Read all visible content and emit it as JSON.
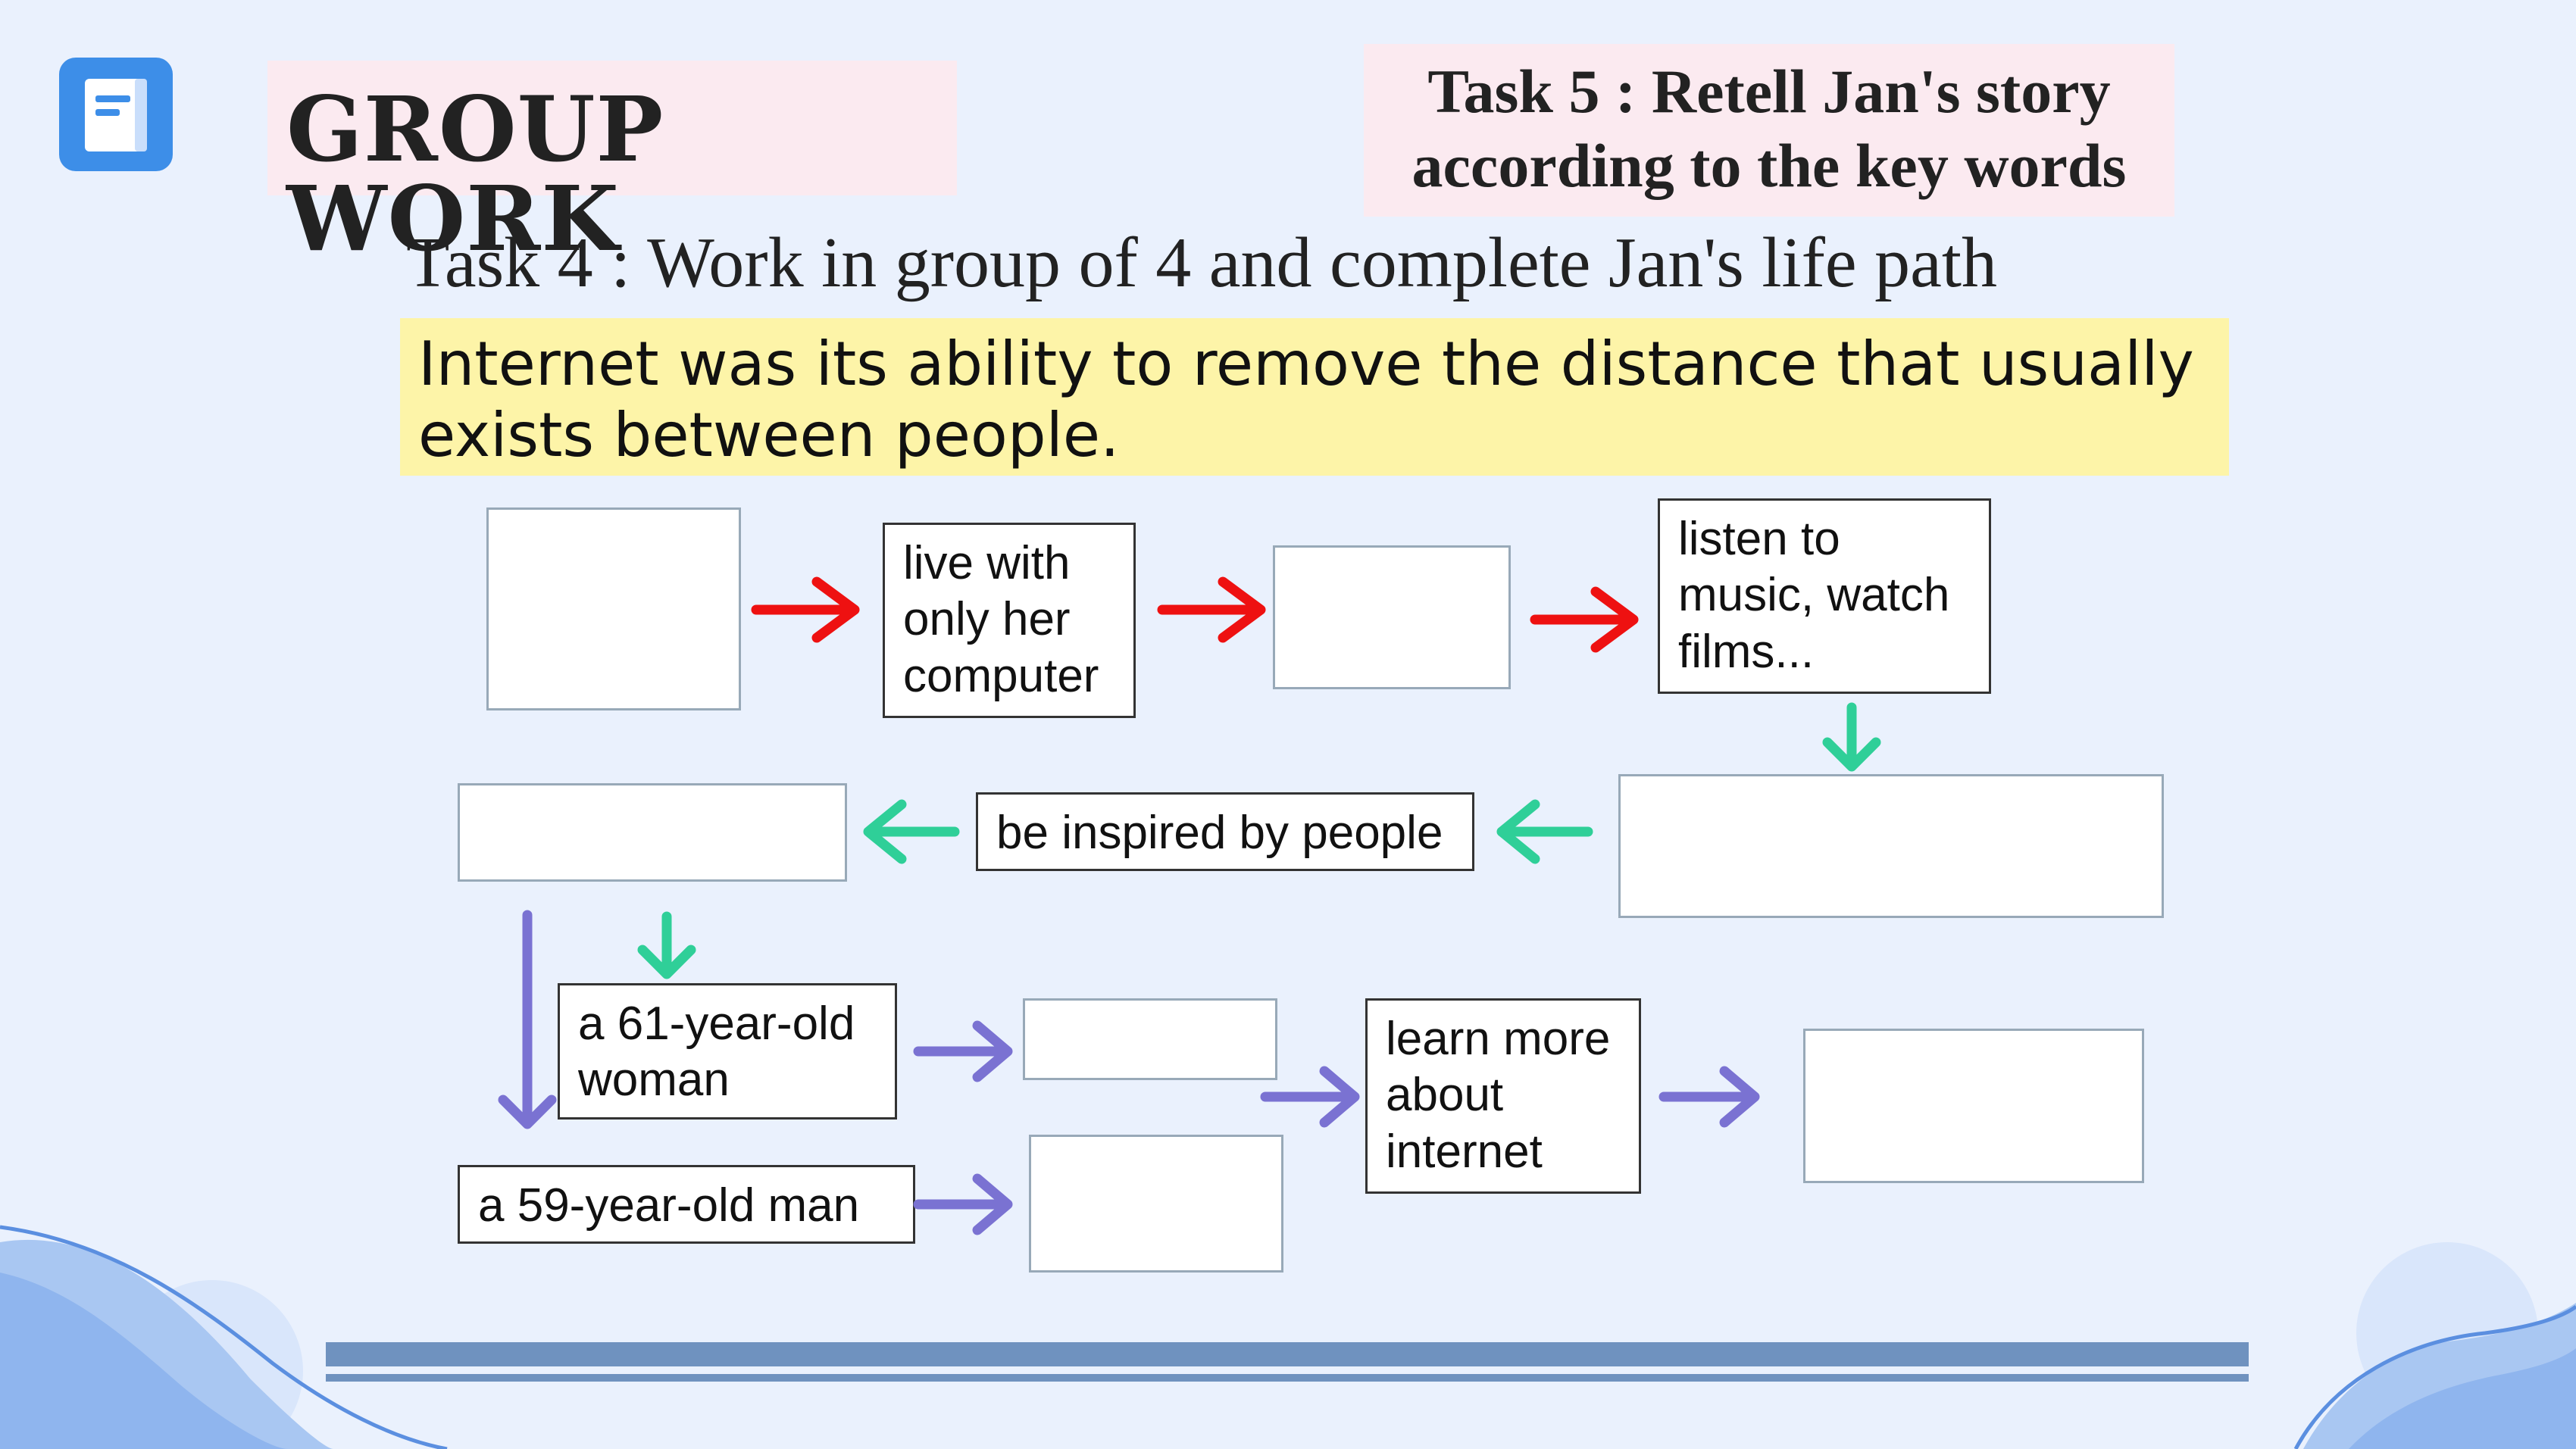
{
  "header": {
    "badge_icon": "book-icon",
    "group_title": "GROUP WORK",
    "task5_line1": "Task 5 : Retell Jan's story",
    "task5_line2": "according to the key words",
    "task4": "Task 4 : Work in group of 4 and complete Jan's life path"
  },
  "quote": {
    "line1": "Internet was its ability to remove the distance that usually",
    "line2": "exists between people."
  },
  "flow": {
    "box_live": "live with\nonly her\ncomputer",
    "box_listen": "listen to\nmusic, watch\nfilms...",
    "box_inspired": "be inspired by people",
    "box_woman": "a 61-year-old\nwoman",
    "box_man": "a 59-year-old man",
    "box_learn": "learn more\nabout\ninternet"
  },
  "colors": {
    "background": "#eaf1fd",
    "red_arrow": "#ee1111",
    "green_arrow": "#2fcf98",
    "purple_arrow": "#7a72d2",
    "footer_bar": "#6f92bf",
    "icon_blue": "#3d8ee8"
  }
}
